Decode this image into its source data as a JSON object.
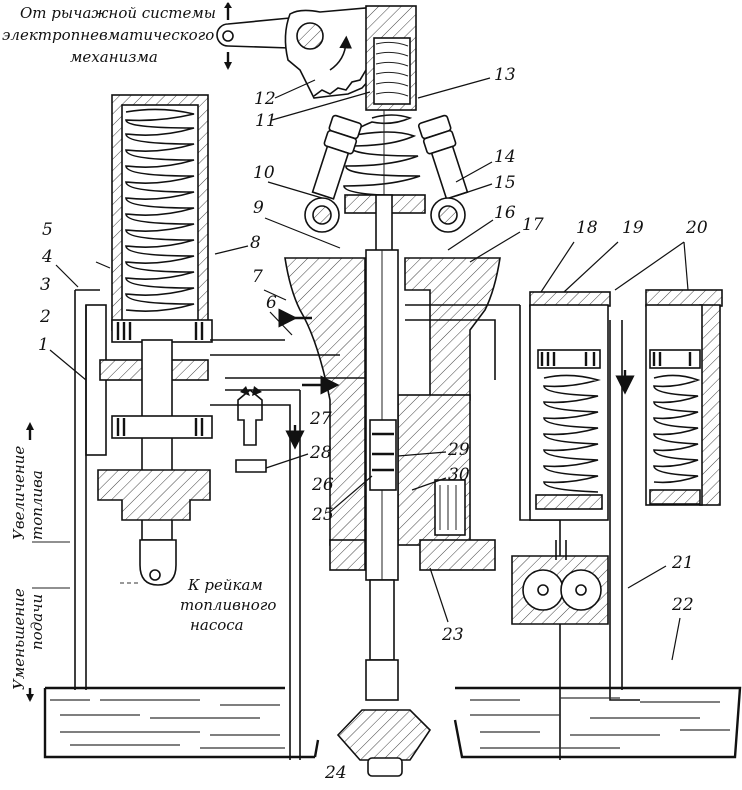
{
  "figure": {
    "caption_top": [
      "От рычажной системы",
      "электропневматического",
      "механизма"
    ],
    "caption_rack": [
      "К рейкам",
      "топливного",
      "насоса"
    ],
    "label_increase": [
      "Увеличение",
      "топлива"
    ],
    "label_decrease": [
      "Уменьшение",
      "подачи"
    ],
    "part_numbers": [
      "1",
      "2",
      "3",
      "4",
      "5",
      "6",
      "7",
      "8",
      "9",
      "10",
      "11",
      "12",
      "13",
      "14",
      "15",
      "16",
      "17",
      "18",
      "19",
      "20",
      "21",
      "22",
      "23",
      "24",
      "25",
      "26",
      "27",
      "28",
      "29",
      "30"
    ]
  }
}
